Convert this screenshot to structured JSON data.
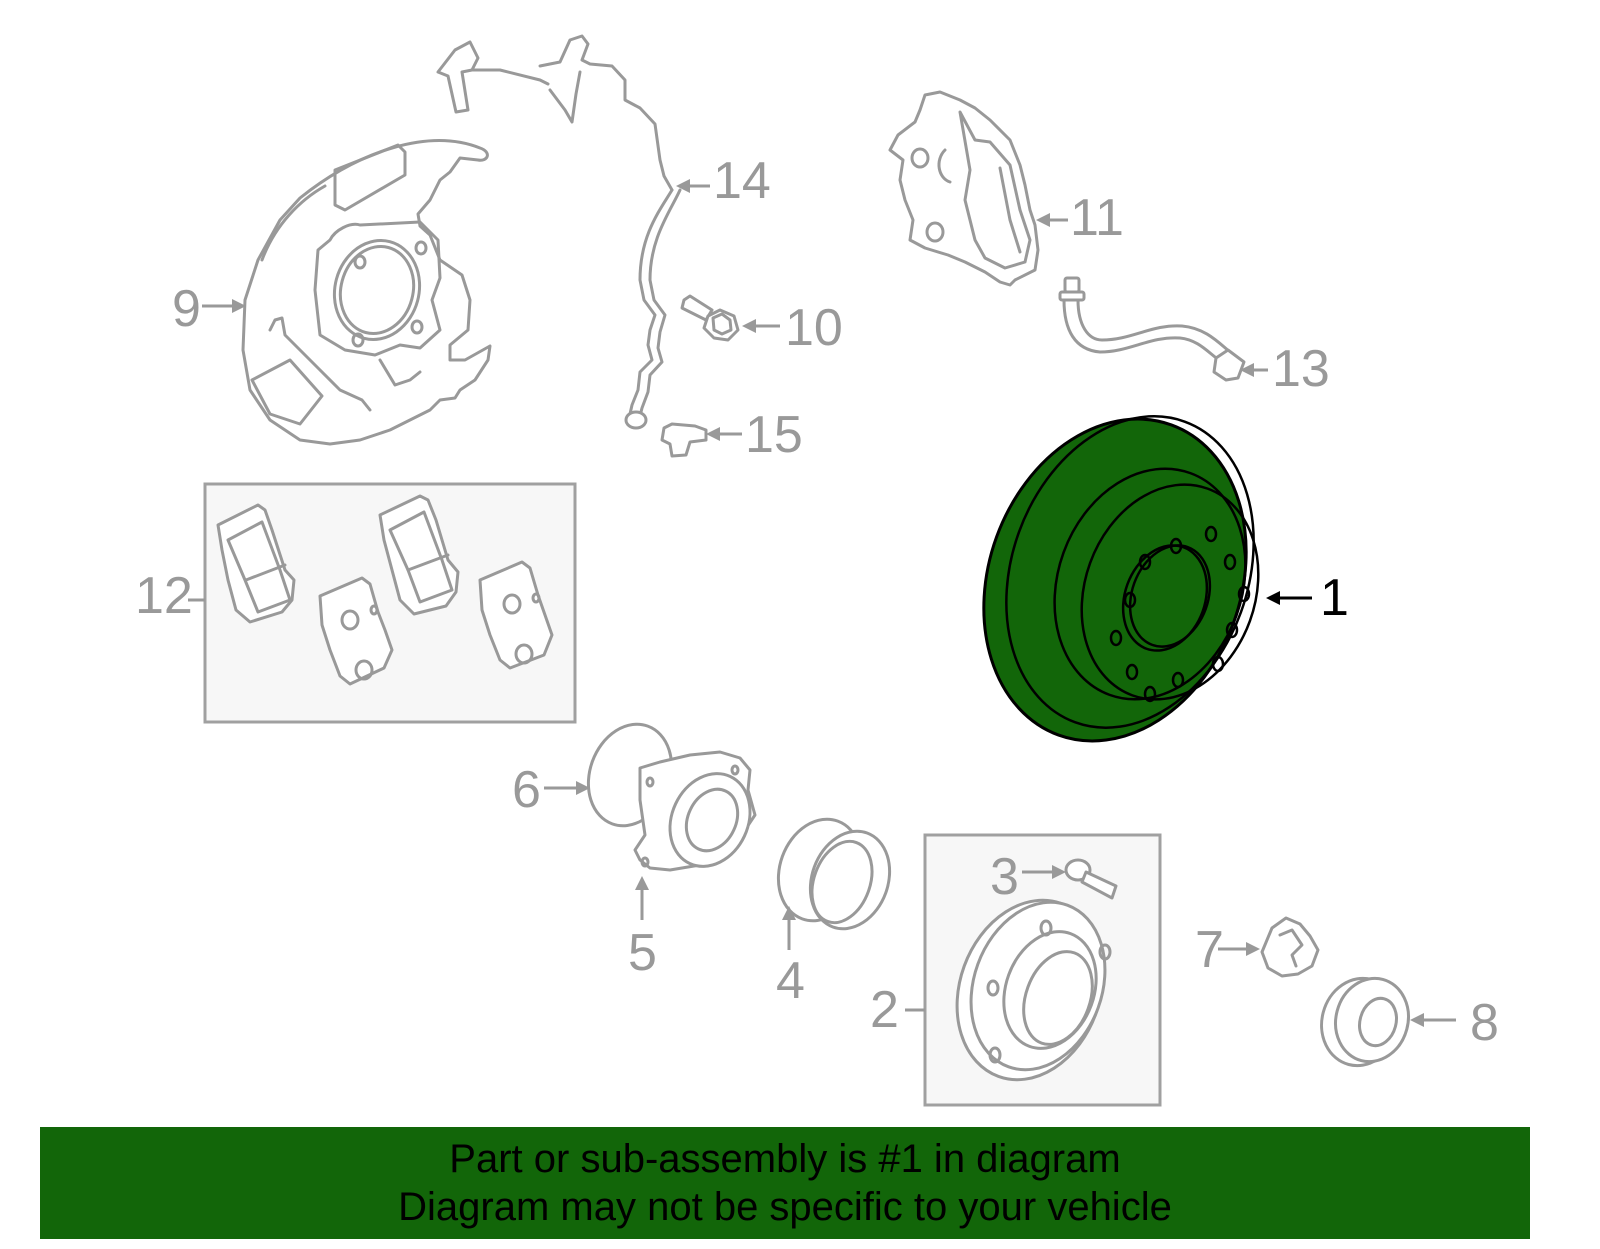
{
  "diagram": {
    "highlighted_part": "1",
    "highlight_color": "#126609",
    "outline_color": "#999999",
    "callouts": [
      {
        "id": "1",
        "label": "1",
        "part": "brake-rotor",
        "highlighted": true
      },
      {
        "id": "2",
        "label": "2",
        "part": "hub-assembly",
        "highlighted": false
      },
      {
        "id": "3",
        "label": "3",
        "part": "hub-bolt",
        "highlighted": false
      },
      {
        "id": "4",
        "label": "4",
        "part": "seal",
        "highlighted": false
      },
      {
        "id": "5",
        "label": "5",
        "part": "hub-bearing",
        "highlighted": false
      },
      {
        "id": "6",
        "label": "6",
        "part": "o-ring",
        "highlighted": false
      },
      {
        "id": "7",
        "label": "7",
        "part": "lock-nut",
        "highlighted": false
      },
      {
        "id": "8",
        "label": "8",
        "part": "grease-cap",
        "highlighted": false
      },
      {
        "id": "9",
        "label": "9",
        "part": "dust-shield",
        "highlighted": false
      },
      {
        "id": "10",
        "label": "10",
        "part": "shield-bolt",
        "highlighted": false
      },
      {
        "id": "11",
        "label": "11",
        "part": "brake-caliper",
        "highlighted": false
      },
      {
        "id": "12",
        "label": "12",
        "part": "brake-pads",
        "highlighted": false
      },
      {
        "id": "13",
        "label": "13",
        "part": "brake-hose",
        "highlighted": false
      },
      {
        "id": "14",
        "label": "14",
        "part": "abs-sensor-harness",
        "highlighted": false
      },
      {
        "id": "15",
        "label": "15",
        "part": "abs-sensor",
        "highlighted": false
      }
    ]
  },
  "banner": {
    "line1": "Part or sub-assembly is #1 in diagram",
    "line2": "Diagram may not be specific to your vehicle",
    "background": "#126609"
  }
}
